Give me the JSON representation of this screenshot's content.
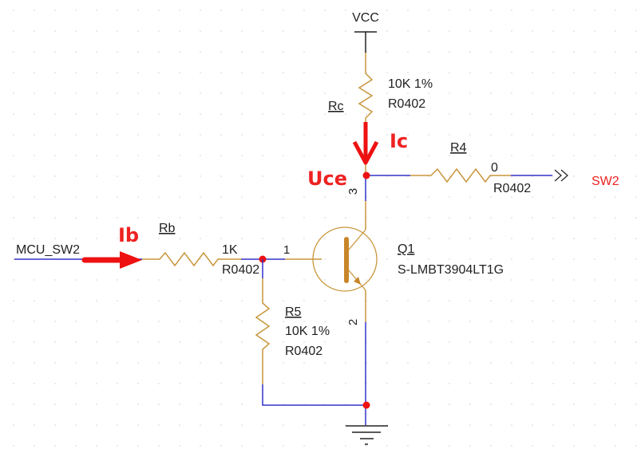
{
  "power": {
    "vcc_label": "VCC"
  },
  "components": {
    "rc": {
      "designator": "Rc",
      "value": "10K 1%",
      "footprint": "R0402"
    },
    "rb": {
      "designator": "Rb",
      "value": "1K",
      "footprint": "R0402"
    },
    "r4": {
      "designator": "R4",
      "value": "0",
      "footprint": "R0402"
    },
    "r5": {
      "designator": "R5",
      "value": "10K 1%",
      "footprint": "R0402"
    },
    "q1": {
      "designator": "Q1",
      "part": "S-LMBT3904LT1G",
      "pin_base": "1",
      "pin_emitter": "2",
      "pin_collector": "3"
    }
  },
  "nets": {
    "input": "MCU_SW2",
    "output": "SW2"
  },
  "annotations": {
    "ib": "Ib",
    "ic": "Ic",
    "uce": "Uce"
  },
  "colors": {
    "wire": "#3333cc",
    "component": "#c8963c",
    "transistor": "#c8862a",
    "junction": "#ee1111",
    "annotation": "#ee2222",
    "text": "#222222",
    "grid_dot": "#e4e4e4"
  }
}
